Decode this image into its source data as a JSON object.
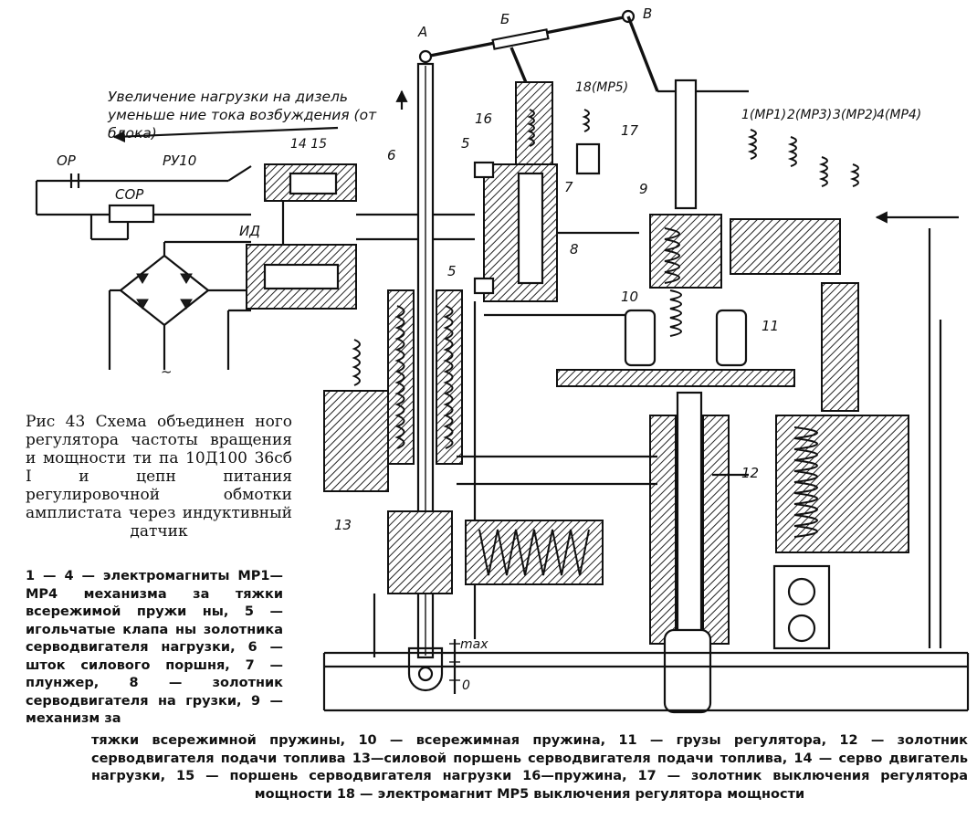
{
  "diagram": {
    "note_top": "Увеличение нагрузки на дизель уменьше ние тока возбуждения (от блока)",
    "circuit_labels": {
      "or": "ОР",
      "ru10": "РУ10",
      "sor": "СОР",
      "id": "ИД",
      "ac": "~"
    },
    "part_labels": {
      "a": "А",
      "b": "Б",
      "v": "В",
      "n1": "1(МР1)",
      "n2": "2(МР3)",
      "n3": "3(МР2)",
      "n4": "4(МР4)",
      "n5a": "5",
      "n5b": "5",
      "n6": "6",
      "n7": "7",
      "n8": "8",
      "n9": "9",
      "n10": "10",
      "n11": "11",
      "n12": "12",
      "n13": "13",
      "n14_15": "14 15",
      "n16": "16",
      "n17": "17",
      "n18": "18(МР5)",
      "max": "max",
      "zero": "0"
    }
  },
  "caption": {
    "title": "Рис 43 Схема объединен ного регулятора частоты вращения и мощности ти па 10Д100 36сб I и цепн питания регулировочной обмотки амплистата через индуктивный датчик"
  },
  "legend": {
    "side": "1 — 4 — электромагниты МР1—МР4 механизма за тяжки всережимой пружи ны, 5 — игольчатые клапа ны золотника серводвигателя нагрузки, 6 — шток силового поршня, 7 — плунжер, 8 — золотник серводвигателя на грузки, 9 — механизм за",
    "bottom": "тяжки всережимной пружины, 10 — всережимная пружина, 11 — грузы регулятора, 12 — золотник серводвигателя подачи топлива 13—силовой поршень серводвигателя подачи топлива, 14 — серво двигатель нагрузки, 15 — поршень серводвигателя нагрузки 16—пружина, 17 — золотник выключения регулятора мощности 18 — электромагнит МР5 выключения регулятора мощности"
  }
}
